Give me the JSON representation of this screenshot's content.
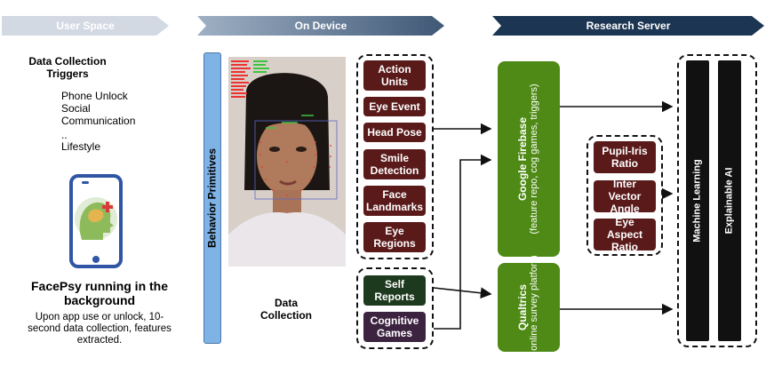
{
  "headers": {
    "user_space": "User Space",
    "on_device": "On Device",
    "research_server": "Research Server"
  },
  "user_space": {
    "triggers_title": "Data Collection Triggers",
    "triggers": [
      "Phone Unlock",
      "Social Communication",
      "..",
      "Lifestyle"
    ],
    "app_title": "FacePsy running in the background",
    "app_desc": "Upon app use or unlock, 10-second data collection, features extracted."
  },
  "on_device": {
    "behavior_primitives": "Behavior Primitives",
    "data_collection": "Data Collection",
    "features": [
      "Action Units",
      "Eye Event",
      "Head Pose",
      "Smile Detection",
      "Face Landmarks",
      "Eye Regions"
    ],
    "self_reports": "Self Reports",
    "cognitive_games": "Cognitive Games"
  },
  "research_server": {
    "firebase_title": "Google Firebase",
    "firebase_sub": "(feature repo, cog games, triggers)",
    "qualtrics_title": "Qualtrics",
    "qualtrics_sub": "A online survey platform",
    "derived": [
      "Pupil-Iris Ratio",
      "Inter Vector Angle",
      "Eye Aspect Ratio"
    ],
    "ml": "Machine Learning",
    "xai": "Explainable AI"
  },
  "colors": {
    "header_left": "#d3d9e3",
    "header_mid": "#6e859e",
    "header_right": "#1c3552",
    "feature_box": "#5a1a1a",
    "green": "#4e8a15",
    "bp_blue": "#7fb2e5"
  }
}
